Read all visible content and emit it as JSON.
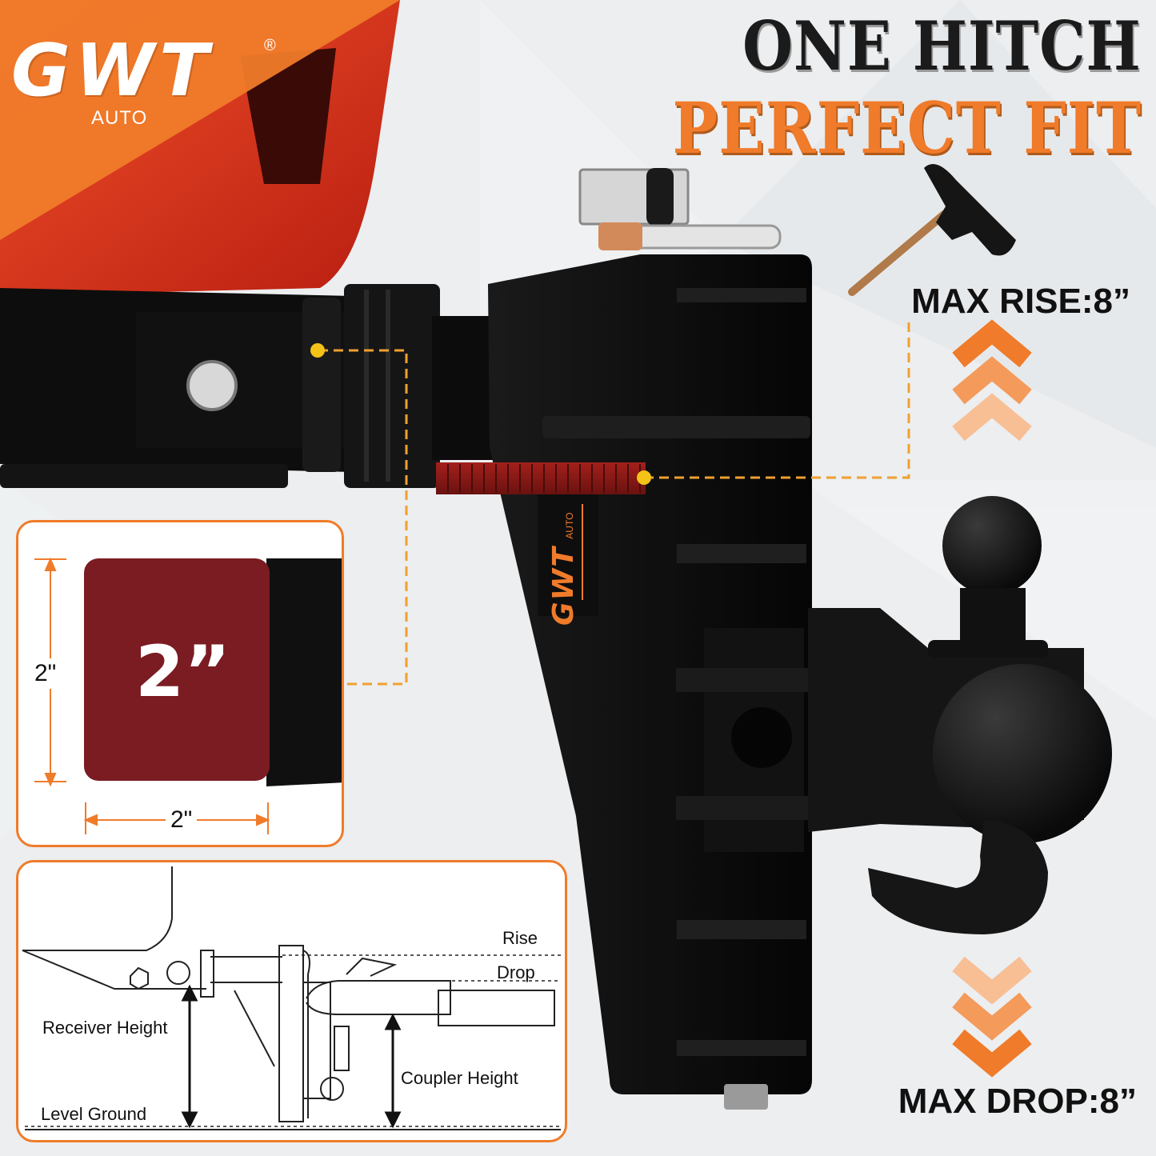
{
  "brand": {
    "name": "GWT",
    "sub": "AUTO",
    "registered": "®"
  },
  "headline": {
    "line1": "ONE HITCH",
    "line2": "PERFECT FIT"
  },
  "specs": {
    "max_rise": "MAX RISE:8”",
    "max_drop": "MAX DROP:8”"
  },
  "receiver_box": {
    "size_label": "2”",
    "height_dim": "2\"",
    "width_dim": "2\""
  },
  "diagram": {
    "rise": "Rise",
    "drop": "Drop",
    "receiver_height": "Receiver Height",
    "coupler_height": "Coupler Height",
    "level_ground": "Level Ground"
  },
  "colors": {
    "accent": "#f07b2a",
    "receiver_red": "#7a1c22",
    "truck_red": "#d8301a",
    "hitch_black": "#111111"
  },
  "icons": [
    "t-handle-wrench-icon",
    "chevron-up-icon",
    "chevron-down-icon"
  ]
}
